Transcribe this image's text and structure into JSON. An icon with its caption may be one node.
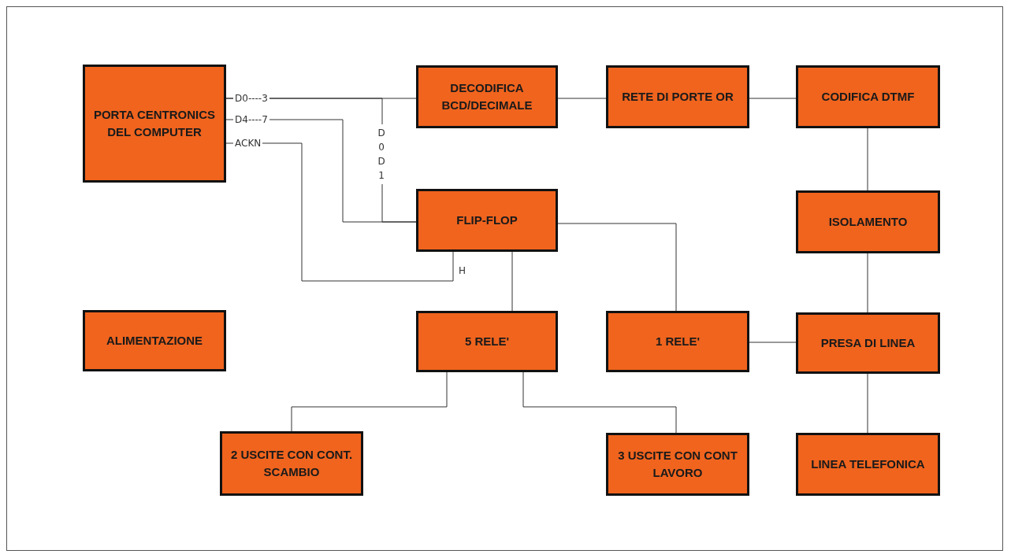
{
  "diagram": {
    "nodes": [
      {
        "text": [
          "PORTA CENTRONICS DEL COMPUTER"
        ]
      },
      {
        "text": [
          "DECODIFICA BCD/DECIMALE"
        ]
      },
      {
        "text": [
          "RETE DI PORTE OR"
        ]
      },
      {
        "text": [
          "CODIFICA DTMF"
        ]
      },
      {
        "text": [
          "FLIP-FLOP"
        ]
      },
      {
        "text": [
          "ISOLAMENTO"
        ]
      },
      {
        "text": [
          "ALIMENTAZIONE"
        ]
      },
      {
        "text": [
          "5 RELE'"
        ]
      },
      {
        "text": [
          "1 RELE'"
        ]
      },
      {
        "text": [
          "PRESA DI LINEA"
        ]
      },
      {
        "text": [
          "2 USCITE CON CONT. SCAMBIO"
        ]
      },
      {
        "text": [
          "3 USCITE CON CONT  LAVORO"
        ]
      },
      {
        "text": [
          "LINEA TELEFONICA"
        ]
      }
    ],
    "edges": [
      {
        "from": 0,
        "to": 1,
        "arrow": "none",
        "label": "D0----3"
      },
      {
        "from": 0,
        "to": 4,
        "arrow": "none",
        "label": "D4----7"
      },
      {
        "from": 0,
        "to": 4,
        "arrow": "none",
        "label": "D0 D1"
      },
      {
        "from": 0,
        "to": 4,
        "arrow": "none",
        "label": "ACKN"
      },
      {
        "from": 1,
        "to": 2,
        "arrow": "none"
      },
      {
        "from": 2,
        "to": 3,
        "arrow": "none"
      },
      {
        "from": 3,
        "to": 5,
        "arrow": "none"
      },
      {
        "from": 5,
        "to": 9,
        "arrow": "none"
      },
      {
        "from": 4,
        "to": 7,
        "arrow": "none"
      },
      {
        "from": 4,
        "to": 8,
        "arrow": "none"
      },
      {
        "from": 8,
        "to": 9,
        "arrow": "none"
      },
      {
        "from": 9,
        "to": 12,
        "arrow": "none"
      },
      {
        "from": 7,
        "to": 10,
        "arrow": "none"
      },
      {
        "from": 7,
        "to": 11,
        "arrow": "none"
      }
    ],
    "labels": [
      "H"
    ]
  }
}
